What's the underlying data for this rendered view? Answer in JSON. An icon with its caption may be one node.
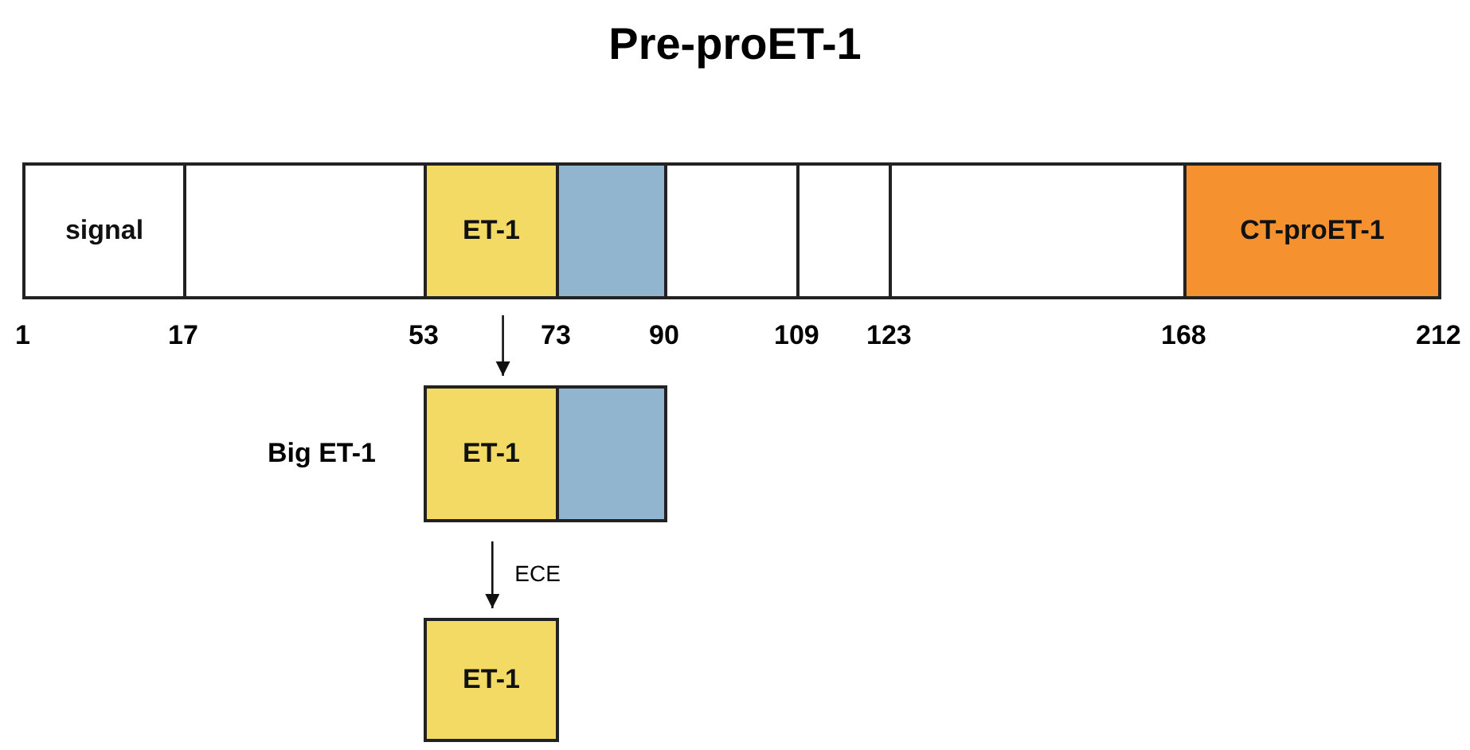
{
  "diagram": {
    "title": "Pre-proET-1",
    "nodes": [
      {
        "text": [
          "signal"
        ]
      },
      {
        "text": [],
        "shape": "box"
      },
      {
        "text": [
          "ET-1"
        ]
      },
      {
        "text": [],
        "shape": "box"
      },
      {
        "text": [],
        "shape": "box"
      },
      {
        "text": [],
        "shape": "box"
      },
      {
        "text": [],
        "shape": "box"
      },
      {
        "text": [
          "CT-proET-1"
        ]
      },
      {
        "text": [
          "ET-1"
        ],
        "beside": [
          "Big ET-1"
        ]
      },
      {
        "text": [],
        "shape": "box"
      },
      {
        "text": [
          "ET-1"
        ]
      }
    ],
    "edges": [
      {
        "from": 2,
        "to": 8,
        "arrow": "to"
      },
      {
        "from": 8,
        "to": 10,
        "arrow": "to",
        "label": "ECE"
      }
    ],
    "labels": [
      "1",
      "17",
      "53",
      "73",
      "90",
      "109",
      "123",
      "168",
      "212"
    ]
  }
}
